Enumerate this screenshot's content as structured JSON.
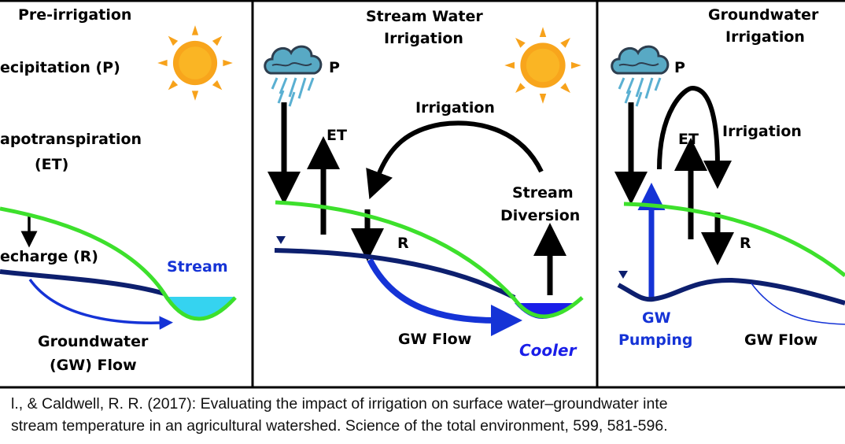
{
  "panels": {
    "pre_irrigation": {
      "title": "Pre-irrigation",
      "precipitation": "ecipitation (P)",
      "evapotranspiration_1": "apotranspiration",
      "evapotranspiration_2": "(ET)",
      "recharge": "echarge (R)",
      "stream": "Stream",
      "gw_flow_1": "Groundwater",
      "gw_flow_2": "(GW) Flow"
    },
    "stream_water_irrigation": {
      "title_1": "Stream Water",
      "title_2": "Irrigation",
      "p": "P",
      "et": "ET",
      "irrigation": "Irrigation",
      "diversion_1": "Stream",
      "diversion_2": "Diversion",
      "r": "R",
      "gw_flow": "GW Flow",
      "cooler": "Cooler"
    },
    "groundwater_irrigation": {
      "title_1": "Groundwater",
      "title_2": "Irrigation",
      "p": "P",
      "et": "ET",
      "irrigation": "Irrigation",
      "r": "R",
      "gw_pumping_1": "GW",
      "gw_pumping_2": "Pumping",
      "gw_flow": "GW Flow"
    }
  },
  "citation": {
    "line1": "l., & Caldwell, R. R. (2017): Evaluating the impact of irrigation on surface water–groundwater inte",
    "line2": "stream temperature in an agricultural watershed. Science of the total environment, 599, 581-596."
  },
  "colors": {
    "land_surface": "#3de02c",
    "water_table": "#0d1f6e",
    "gw_flow": "#1533d6",
    "stream_water": "#35d3f0",
    "cool_stream": "#1a1ee8",
    "sun": "#f7a21b",
    "cloud": "#2d3e4f"
  },
  "icons": [
    "sun-icon",
    "rain-cloud-icon"
  ]
}
